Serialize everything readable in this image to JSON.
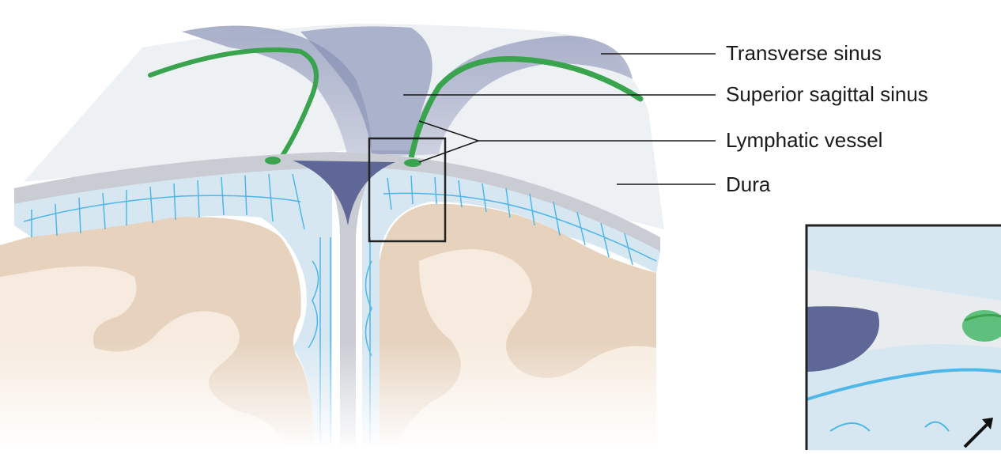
{
  "labels": {
    "transverse_sinus": "Transverse sinus",
    "superior_sagittal_sinus": "Superior sagittal sinus",
    "lymphatic_vessel": "Lymphatic vessel",
    "dura": "Dura"
  },
  "colors": {
    "background": "#ffffff",
    "sinus_top": "#8e97b8",
    "sinus_dark": "#5f6796",
    "dura_surface": "#e9ecef",
    "dura_band": "#c9ccd3",
    "lymphatic_green": "#3aa34d",
    "lymphatic_light": "#7fcf9a",
    "csf_blue": "#d6e7f2",
    "csf_lines": "#4fb6e8",
    "cortex_tan": "#e6d2bd",
    "white_matter": "#f6ebde",
    "inset_frame": "#222222",
    "pia_yellow": "#d6d66a"
  }
}
